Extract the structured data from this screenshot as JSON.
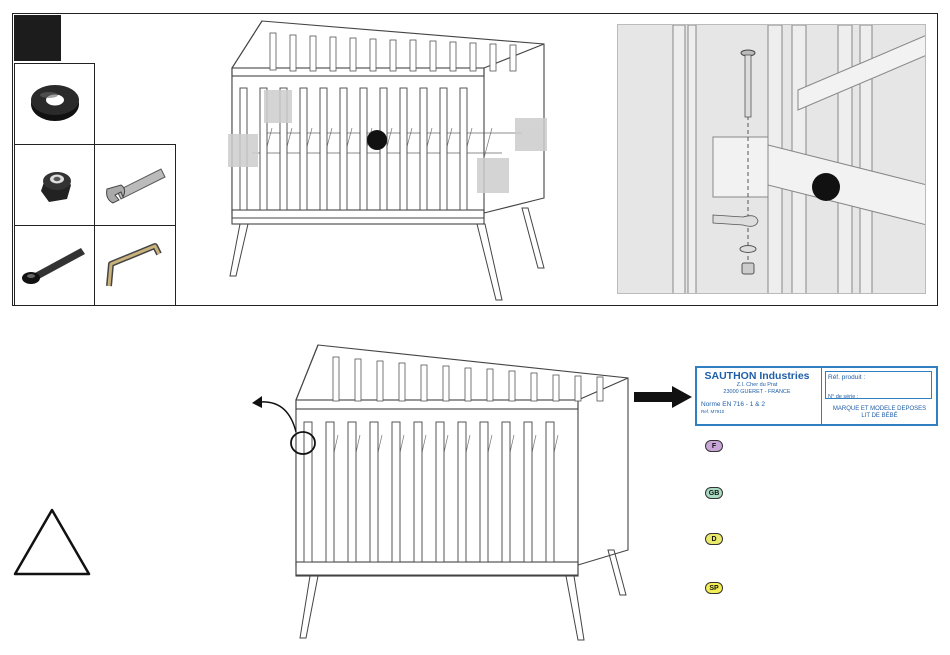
{
  "parts": [
    {
      "name": "washer"
    },
    {
      "name": "lock-nut"
    },
    {
      "name": "spanner"
    },
    {
      "name": "bolt"
    },
    {
      "name": "allen-key"
    }
  ],
  "label": {
    "company": "SAUTHON Industries",
    "address_line1": "Z.I. Cher du Prat",
    "address_line2": "23000 GUERET - FRANCE",
    "norm": "Norme EN 716 - 1 & 2",
    "ref_small": "Ref. M7910",
    "ref_produit": "Réf. produit :",
    "serial": "N° de série :",
    "marque_line1": "MARQUE ET MODELE DEPOSES",
    "marque_line2": "LIT DE BÉBÉ"
  },
  "languages": [
    {
      "code": "F",
      "color": "#c9a6d8"
    },
    {
      "code": "GB",
      "color": "#a9dcc2"
    },
    {
      "code": "D",
      "color": "#e9e96b"
    },
    {
      "code": "SP",
      "color": "#f4ee55"
    }
  ]
}
